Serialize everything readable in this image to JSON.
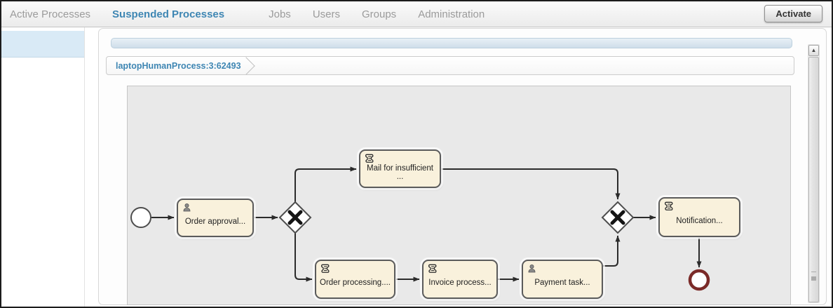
{
  "nav": {
    "items": [
      {
        "label": "Active Processes",
        "active": false
      },
      {
        "label": "Suspended Processes",
        "active": true
      },
      {
        "label": "Jobs",
        "active": false
      },
      {
        "label": "Users",
        "active": false
      },
      {
        "label": "Groups",
        "active": false
      },
      {
        "label": "Administration",
        "active": false
      }
    ],
    "activate_button": "Activate"
  },
  "process": {
    "definition_id": "laptopHumanProcess:3:62493"
  },
  "diagram": {
    "tasks": [
      {
        "label": "Order approval...",
        "type": "user-task"
      },
      {
        "label": "Mail for insufficient ...",
        "type": "script-task"
      },
      {
        "label": "Order processing....",
        "type": "script-task"
      },
      {
        "label": "Invoice process...",
        "type": "script-task"
      },
      {
        "label": "Payment task...",
        "type": "user-task"
      },
      {
        "label": "Notification...",
        "type": "script-task"
      }
    ],
    "events": [
      "start-event",
      "end-event"
    ],
    "gateways": [
      "exclusive-gateway-split",
      "exclusive-gateway-join"
    ]
  },
  "scrollbar": {
    "up_arrow": "▲"
  },
  "colors": {
    "active_tab": "#3e86b3",
    "inactive_tab": "#9b9b9b",
    "task_fill": "#f9f1dc",
    "task_border": "#5b5b5b",
    "end_event_stroke": "#7b2a28",
    "selected_row": "#d9eaf6",
    "diagram_background": "#e9e9e9"
  }
}
